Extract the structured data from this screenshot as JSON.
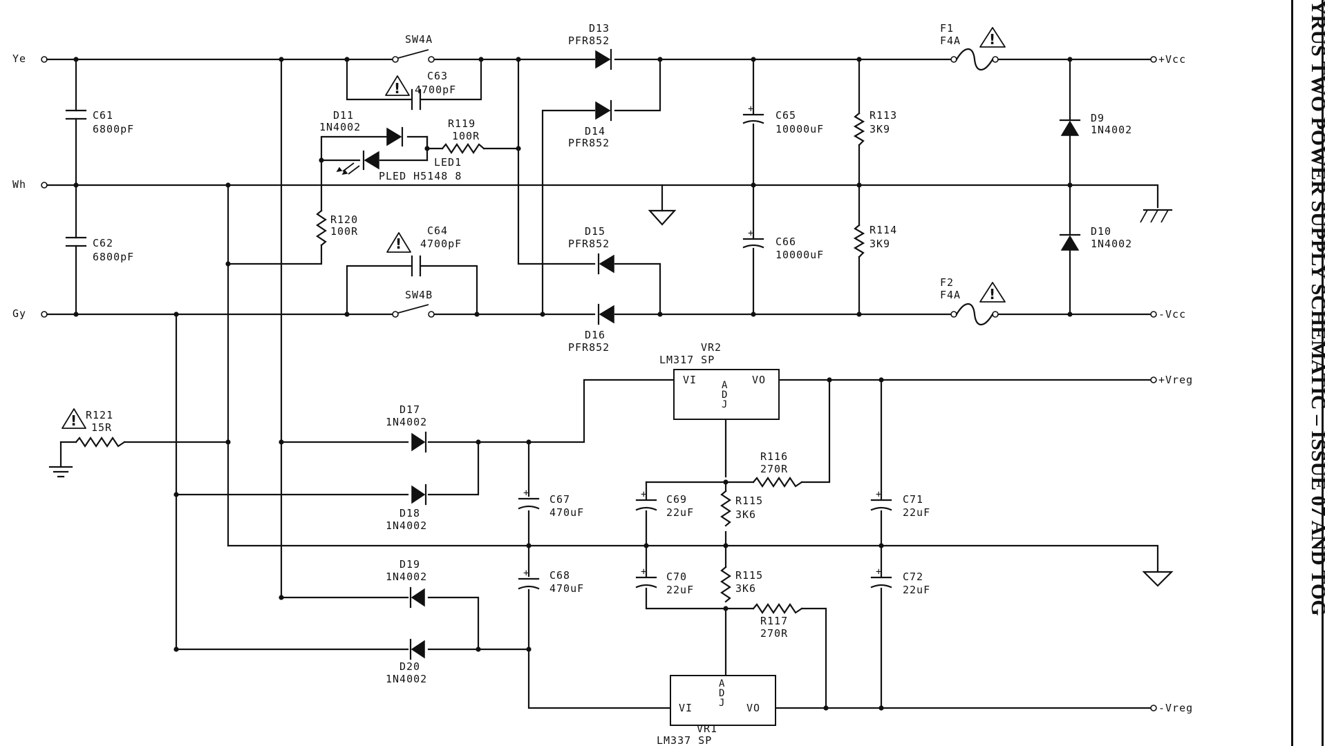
{
  "title": "YRUS TWO POWER SUPPLY SCHEMATIC – ISSUE 07 AND TOG",
  "terminals": {
    "ye": "Ye",
    "wh": "Wh",
    "gy": "Gy",
    "vcc_pos": "+Vcc",
    "vcc_neg": "-Vcc",
    "vreg_pos": "+Vreg",
    "vreg_neg": "-Vreg"
  },
  "components": {
    "sw4a": "SW4A",
    "sw4b": "SW4B",
    "c61": "C61",
    "c61_val": "6800pF",
    "c62": "C62",
    "c62_val": "6800pF",
    "c63": "C63",
    "c63_val": "4700pF",
    "c64": "C64",
    "c64_val": "4700pF",
    "d11": "D11",
    "d11_val": "1N4002",
    "led1": "LED1",
    "led1_val": "PLED H5148 8",
    "r119": "R119",
    "r119_val": "100R",
    "r120": "R120",
    "r120_val": "100R",
    "r121": "R121",
    "r121_val": "15R",
    "d13": "D13",
    "d13_val": "PFR852",
    "d14": "D14",
    "d14_val": "PFR852",
    "d15": "D15",
    "d15_val": "PFR852",
    "d16": "D16",
    "d16_val": "PFR852",
    "c65": "C65",
    "c65_val": "10000uF",
    "c66": "C66",
    "c66_val": "10000uF",
    "r113": "R113",
    "r113_val": "3K9",
    "r114": "R114",
    "r114_val": "3K9",
    "f1": "F1",
    "f1_val": "F4A",
    "f2": "F2",
    "f2_val": "F4A",
    "d9": "D9",
    "d9_val": "1N4002",
    "d10": "D10",
    "d10_val": "1N4002",
    "vr2": "VR2",
    "vr2_val": "LM317 SP",
    "vr1": "VR1",
    "vr1_val": "LM337 SP",
    "pin_vi": "VI",
    "pin_vo": "VO",
    "pin_adj": "ADJ",
    "d17": "D17",
    "d17_val": "1N4002",
    "d18": "D18",
    "d18_val": "1N4002",
    "d19": "D19",
    "d19_val": "1N4002",
    "d20": "D20",
    "d20_val": "1N4002",
    "c67": "C67",
    "c67_val": "470uF",
    "c68": "C68",
    "c68_val": "470uF",
    "c69": "C69",
    "c69_val": "22uF",
    "c70": "C70",
    "c70_val": "22uF",
    "c71": "C71",
    "c71_val": "22uF",
    "c72": "C72",
    "c72_val": "22uF",
    "r115a": "R115",
    "r115a_val": "3K6",
    "r115b": "R115",
    "r115b_val": "3K6",
    "r116": "R116",
    "r116_val": "270R",
    "r117": "R117",
    "r117_val": "270R"
  }
}
